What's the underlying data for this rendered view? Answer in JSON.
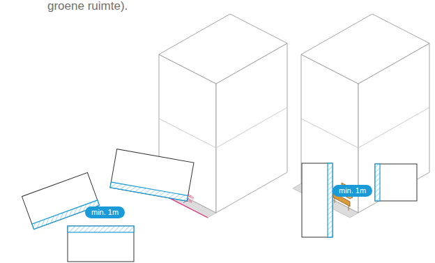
{
  "diagram": {
    "nodes": [
      {
        "text": [
          "min. 1m"
        ]
      },
      {
        "text": [
          "min. 1m"
        ]
      }
    ],
    "labels": [
      "groene ruimte).",
      "Min. 1m"
    ]
  }
}
